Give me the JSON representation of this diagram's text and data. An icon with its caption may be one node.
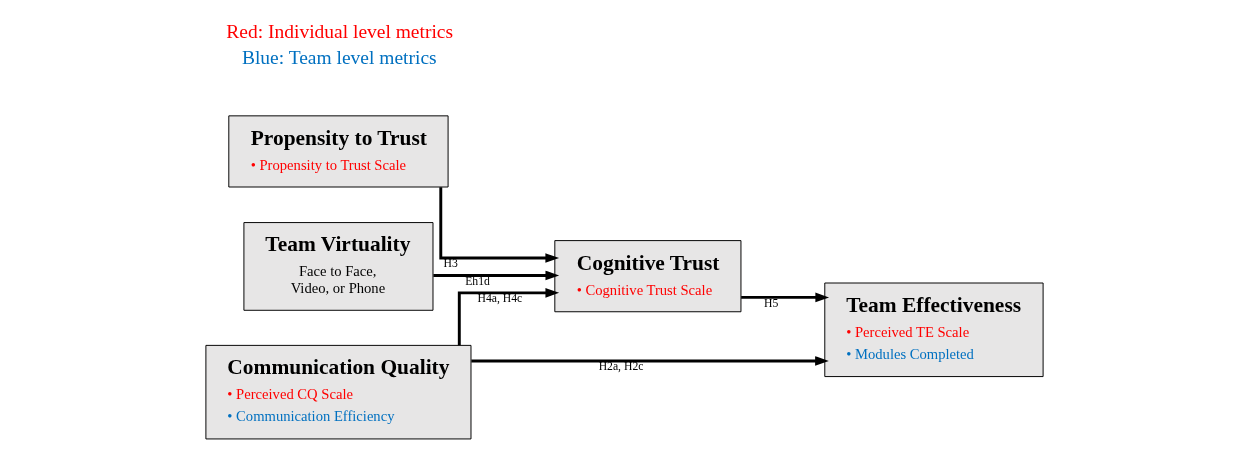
{
  "diagram": {
    "nodes": [
      {
        "text": [
          "Propensity to Trust",
          "• Propensity to Trust Scale"
        ]
      },
      {
        "text": [
          "Team Virtuality",
          "Face to Face, Video, or Phone"
        ]
      },
      {
        "text": [
          "Cognitive Trust",
          "• Cognitive Trust Scale"
        ]
      },
      {
        "text": [
          "Communication Quality",
          "• Perceived CQ Scale",
          "• Communication Efficiency"
        ]
      },
      {
        "text": [
          "Team Effectiveness",
          "• Perceived TE Scale",
          "• Modules Completed"
        ]
      }
    ],
    "edges": [
      {
        "from": 0,
        "to": 2,
        "arrow": "to",
        "label": "H3"
      },
      {
        "from": 1,
        "to": 2,
        "arrow": "to",
        "label": "Eh1d"
      },
      {
        "from": 3,
        "to": 2,
        "arrow": "to",
        "label": "H4a, H4c"
      },
      {
        "from": 2,
        "to": 4,
        "arrow": "to",
        "label": "H5"
      },
      {
        "from": 3,
        "to": 4,
        "arrow": "to",
        "label": "H2a, H2c"
      }
    ],
    "legend": [
      {
        "text": "Red: Individual level metrics",
        "color": "#ff0000"
      },
      {
        "text": "Blue: Team level metrics",
        "color": "#0070c0"
      }
    ]
  }
}
